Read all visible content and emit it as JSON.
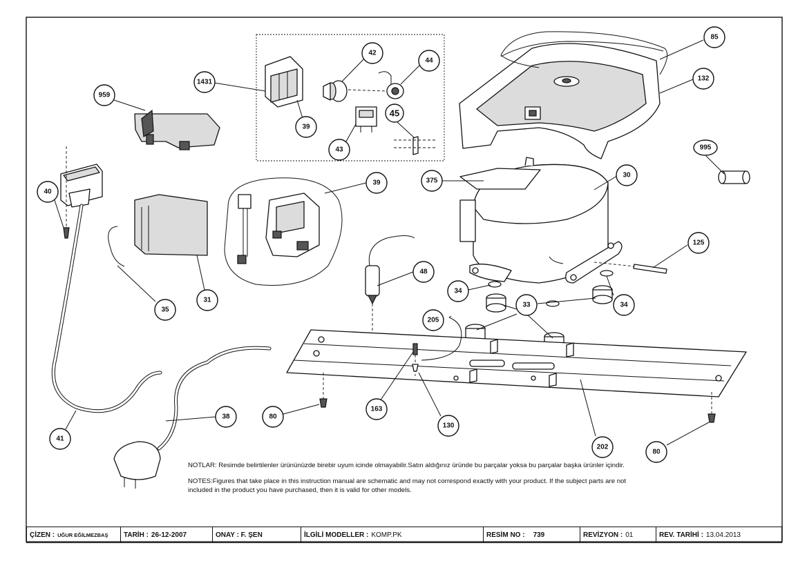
{
  "callouts": {
    "c85": "85",
    "c132": "132",
    "c1431": "1431",
    "c42": "42",
    "c44": "44",
    "c959": "959",
    "c39a": "39",
    "c45": "45",
    "c43": "43",
    "c995": "995",
    "c375": "375",
    "c30": "30",
    "c39b": "39",
    "c40": "40",
    "c48": "48",
    "c125": "125",
    "c31": "31",
    "c35": "35",
    "c34a": "34",
    "c33": "33",
    "c34b": "34",
    "c205": "205",
    "c38": "38",
    "c80a": "80",
    "c163": "163",
    "c130": "130",
    "c41": "41",
    "c202": "202",
    "c80b": "80"
  },
  "notes": {
    "tr": "NOTLAR: Resimde belirtilenler ürününüzde birebir  uyum icinde olmayabilir.Satın aldığınız üründe bu parçalar yoksa bu parçalar başka ürünler içindir.",
    "en": "NOTES:Figures that take place in this instruction manual are schematic  and may not correspond exactly with your product. If the subject parts are not included in the product you have purchased, then it is valid for other models."
  },
  "titleblock": {
    "cizen_label": "ÇİZEN :",
    "cizen_value": "UĞUR EĞİLMEZBAŞ",
    "tarih_label": "TARİH :",
    "tarih_value": "26-12-2007",
    "onay_label": "ONAY : F. ŞEN",
    "modeller_label": "İLGİLİ MODELLER :",
    "modeller_value": "KOMP.PK",
    "resim_label": "RESİM NO :",
    "resim_value": "739",
    "revizyon_label": "REVİZYON :",
    "revizyon_value": "01",
    "revtarih_label": "REV. TARİHİ :",
    "revtarih_value": "13.04.2013"
  }
}
